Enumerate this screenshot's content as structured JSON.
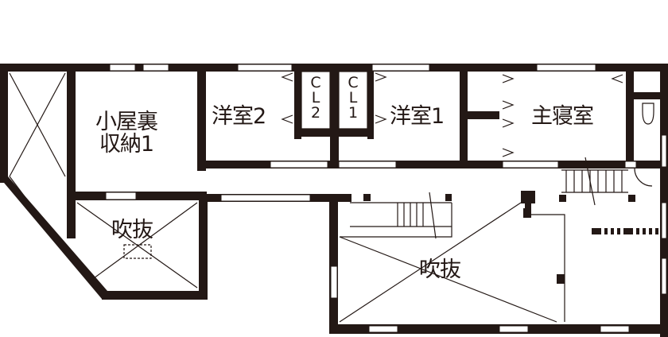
{
  "plan": {
    "title": "2F floor plan",
    "wall_color": "#231815",
    "background": "#ffffff"
  },
  "rooms": {
    "attic_storage": {
      "line1": "小屋裏",
      "line2": "収納1"
    },
    "western_room_2": {
      "label": "洋室2"
    },
    "closet_2": {
      "c": "C",
      "l": "L",
      "n": "2"
    },
    "closet_1": {
      "c": "C",
      "l": "L",
      "n": "1"
    },
    "western_room_1": {
      "label": "洋室1"
    },
    "master_bedroom": {
      "label": "主寝室"
    },
    "void_small": {
      "label": "吹抜"
    },
    "void_large": {
      "label": "吹抜"
    }
  }
}
